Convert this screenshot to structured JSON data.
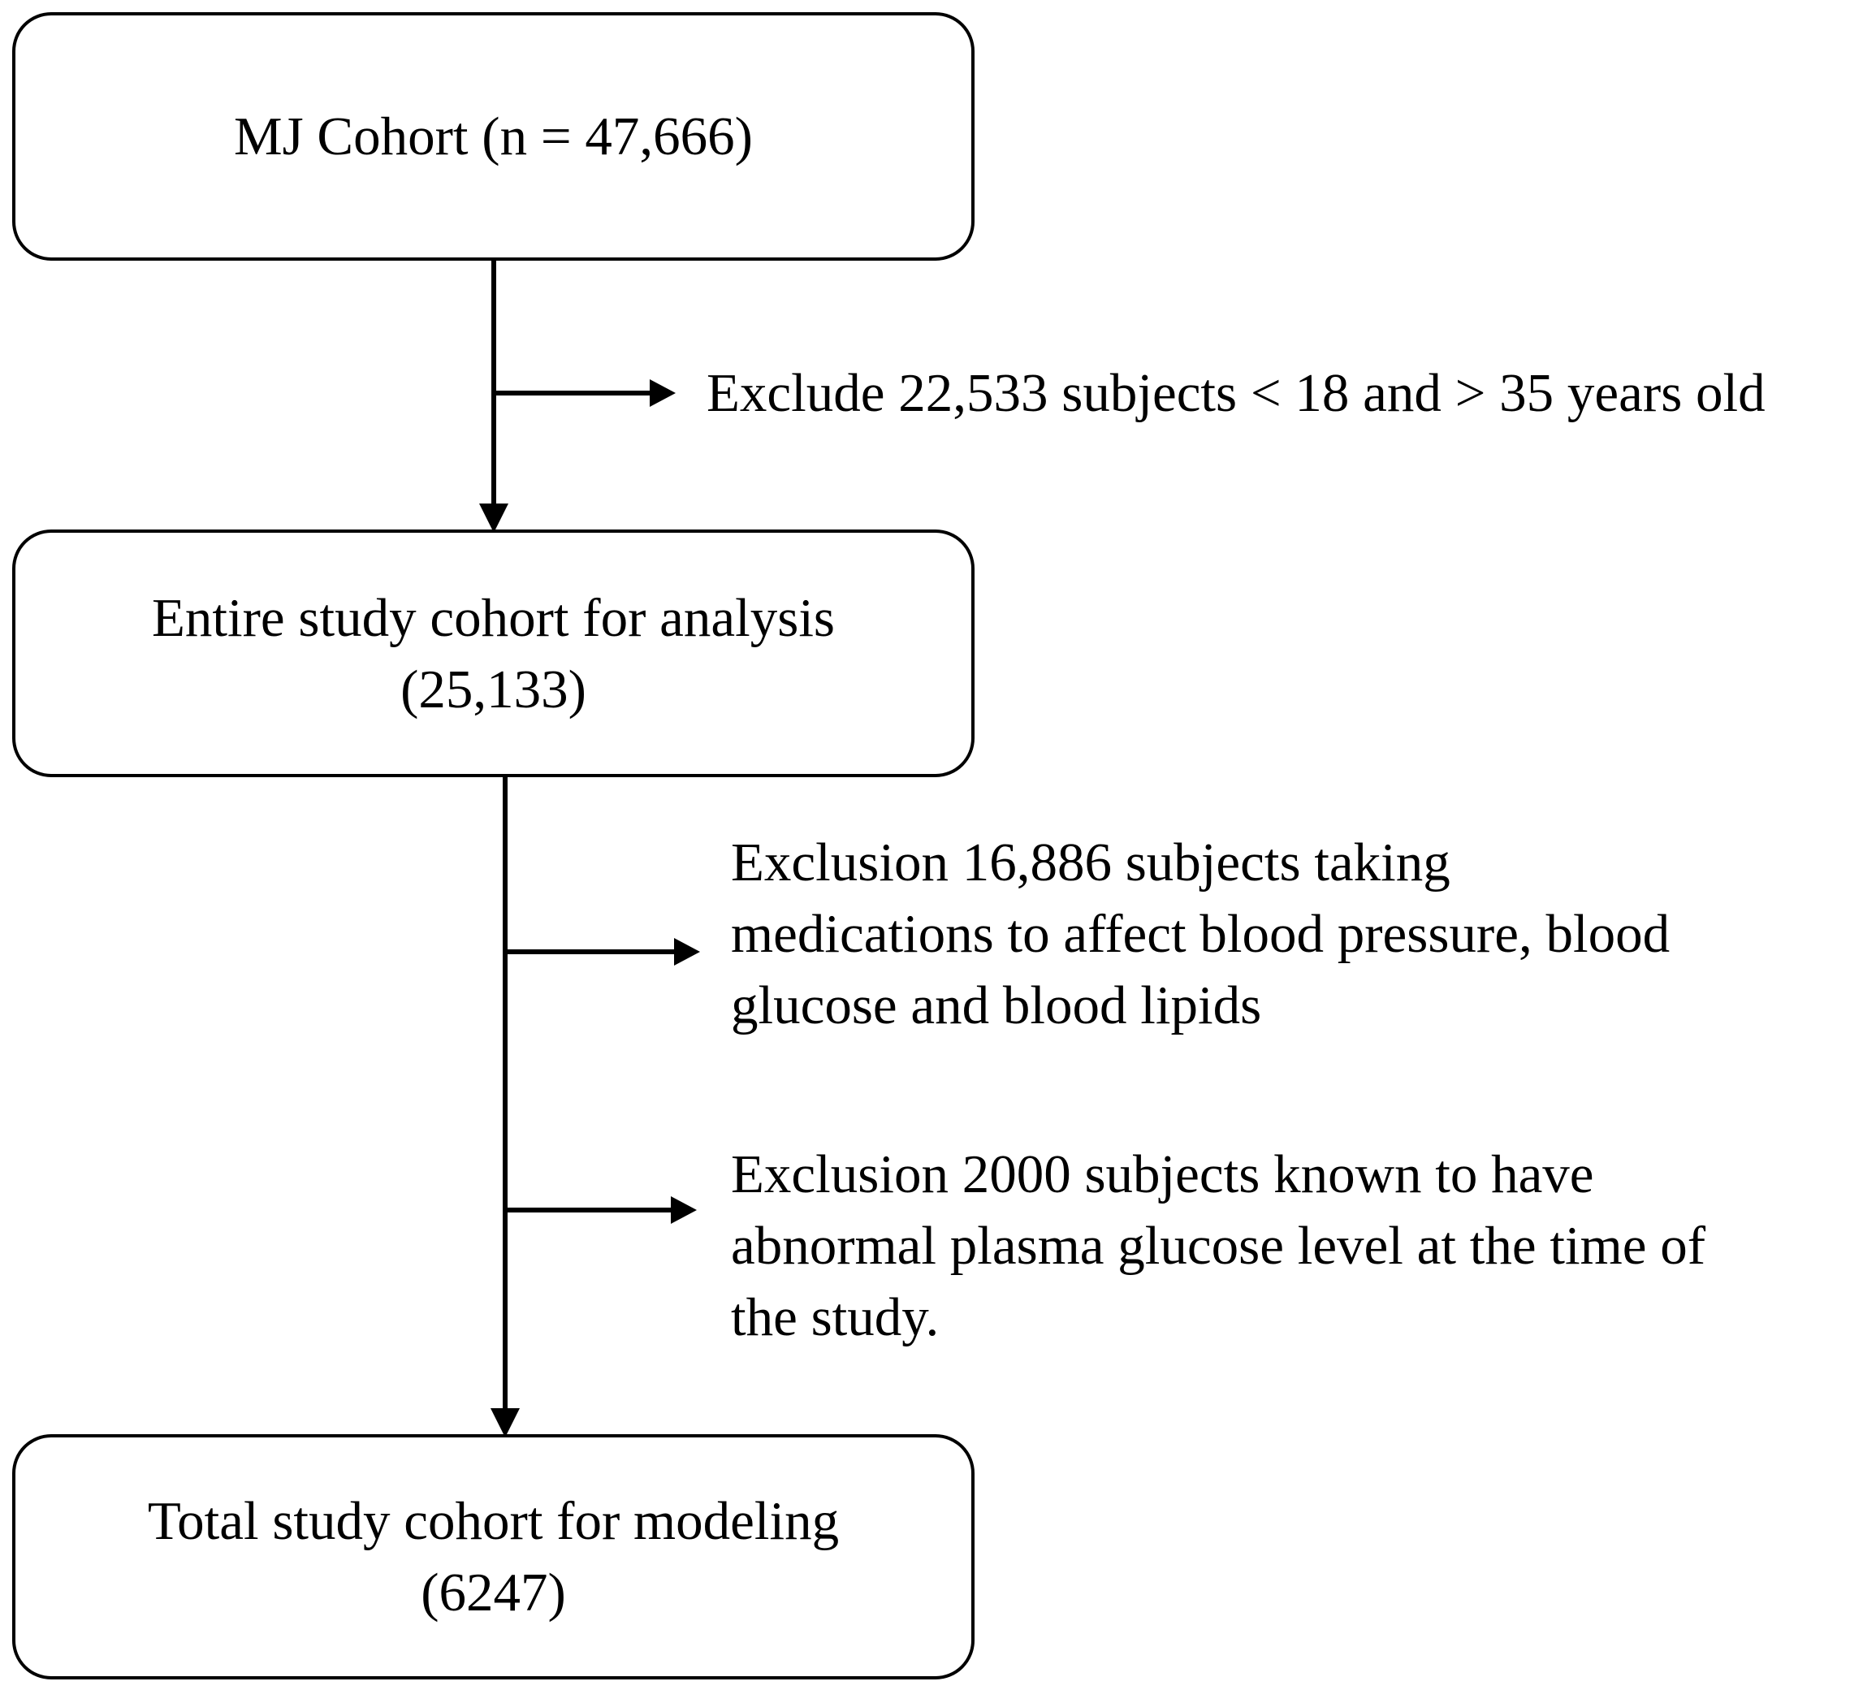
{
  "boxes": [
    {
      "lines": [
        "MJ Cohort (n = 47,666)"
      ]
    },
    {
      "lines": [
        "Entire study cohort for analysis",
        "(25,133)"
      ]
    },
    {
      "lines": [
        "Total study cohort for modeling",
        "(6247)"
      ]
    }
  ],
  "exclusions": [
    {
      "lines": [
        "Exclude 22,533  subjects < 18 and > 35 years old"
      ]
    },
    {
      "lines": [
        "Exclusion 16,886  subjects taking",
        "medications  to affect blood pressure, blood",
        "glucose and blood lipids"
      ]
    },
    {
      "lines": [
        "Exclusion 2000  subjects known to have",
        "abnormal plasma glucose level at the time of",
        "the study."
      ]
    }
  ],
  "colors": {
    "stroke": "#000000",
    "background": "#ffffff"
  }
}
